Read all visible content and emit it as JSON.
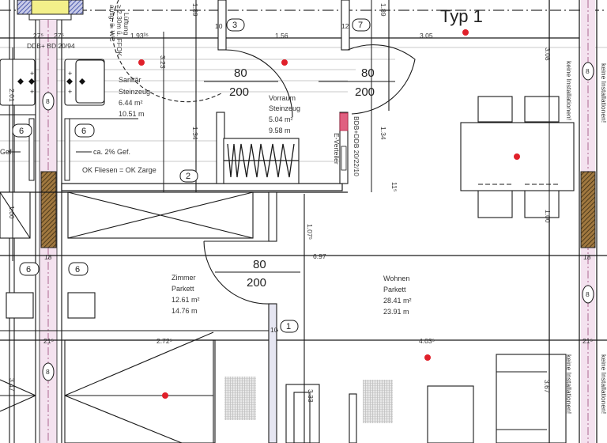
{
  "title": "Typ 1",
  "colors": {
    "line": "#1a1a1a",
    "grid": "#9a9a9a",
    "shaft_fill": "#f4e2ef",
    "shaft_line": "#9b4a7a",
    "masonry": "#8a6030",
    "marker": "#e0202a",
    "window_yellow": "#f3f08a",
    "window_blue": "#4050a0",
    "label_green": "#2a3a2a"
  },
  "rooms": [
    {
      "name": "Sanitär",
      "floor": "Steinzeug",
      "area": "6.44 m²",
      "perimeter": "10.51 m"
    },
    {
      "name": "Vorraum",
      "floor": "Steinzeug",
      "area": "5.04 m²",
      "perimeter": "9.58 m"
    },
    {
      "name": "Zimmer",
      "floor": "Parkett",
      "area": "12.61 m²",
      "perimeter": "14.76 m"
    },
    {
      "name": "Wohnen",
      "floor": "Parkett",
      "area": "28.41 m²",
      "perimeter": "23.91 m"
    }
  ],
  "doors": [
    {
      "width": "80",
      "height": "200"
    },
    {
      "width": "80",
      "height": "200"
    },
    {
      "width": "80",
      "height": "200"
    }
  ],
  "dimensions": {
    "d_27a": "27⁵",
    "d_27b": "27⁵",
    "d_193": "1.93³⁵",
    "d_156": "1.56",
    "d_305": "3.05",
    "d_323": "3.23",
    "d_308": "3.08",
    "d_189a": "1.89",
    "d_189b": "1.89",
    "d_201": "2.01",
    "d_134a": "1.34",
    "d_134b": "1.34",
    "d_11": "11⁵",
    "d_100a": "1.00",
    "d_100b": "1.00",
    "d_107": "1.07⁵",
    "d_697": "6.97",
    "d_18a": "18",
    "d_18b": "18",
    "d_21a": "21⁵",
    "d_21b": "21⁵",
    "d_272": "2.72⁵",
    "d_403": "4.03⁵",
    "d_333": "3.33",
    "d_367": "3.67",
    "d_347": "3.47",
    "d_10a": "10",
    "d_12": "12",
    "d_10b": "10"
  },
  "annotations": {
    "ddb": "DDB+ BD 20/94",
    "lueftung": "Lüftung",
    "fbok": "≥ 2.30m ü. FFOK",
    "ausg": "ausg. ü. WC",
    "gefaelle": "ca. 2% Gef.",
    "gefaelle_left": "Gef.",
    "fliesen": "OK Fliesen = OK Zarge",
    "e_verteiler": "E-Verteiler",
    "bdb": "BDB+DDB 20/22/10",
    "keine_1": "keine Installationen!",
    "keine_2": "keine Installationen!",
    "keine_3": "keine Installationen!",
    "keine_4": "keine Installationen!"
  },
  "tags": {
    "t1": "1",
    "t2": "2",
    "t3": "3",
    "t6a": "6",
    "t6b": "6",
    "t6c": "6",
    "t6d": "6",
    "t7": "7",
    "t8a": "8",
    "t8b": "8",
    "t8c": "8",
    "t8d": "8"
  }
}
